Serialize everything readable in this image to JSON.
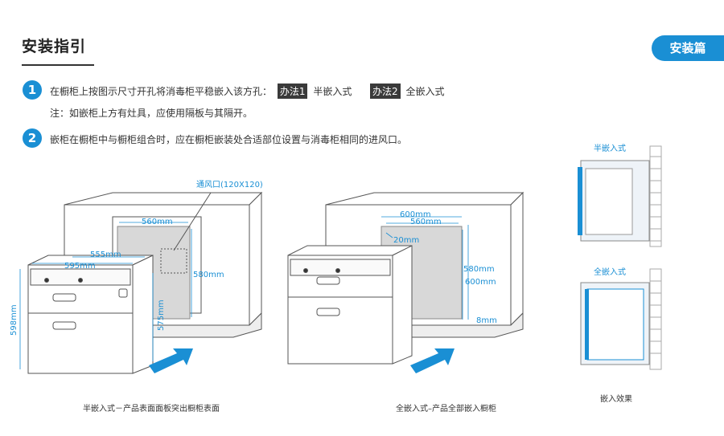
{
  "header": {
    "title": "安装指引",
    "section_tag": "安装篇"
  },
  "step1": {
    "number": "1",
    "text": "在橱柜上按图示尺寸开孔将消毒柜平稳嵌入该方孔：",
    "method1_tag": "办法1",
    "method1_label": "半嵌入式",
    "method2_tag": "办法2",
    "method2_label": "全嵌入式",
    "note": "注：如嵌柜上方有灶具，应使用隔板与其隔开。"
  },
  "step2": {
    "number": "2",
    "text": "嵌柜在橱柜中与橱柜组合时，应在橱柜嵌装处合适部位设置与消毒柜相同的进风口。"
  },
  "diagram_left": {
    "vent_label": "通风口(120X120)",
    "dims": {
      "w_opening": "560mm",
      "h_opening": "580mm",
      "w_inner": "555mm",
      "w_outer": "595mm",
      "h_outer": "598mm",
      "h_inner": "575mm"
    },
    "caption": "半嵌入式－产品表面面板突出橱柜表面"
  },
  "diagram_right": {
    "dims": {
      "w_outer": "600mm",
      "w_inner": "560mm",
      "gap": "20mm",
      "h_inner": "580mm",
      "h_outer": "600mm",
      "bottom": "8mm"
    },
    "caption": "全嵌入式–产品全部嵌入橱柜"
  },
  "effects": {
    "half_label": "半嵌入式",
    "full_label": "全嵌入式",
    "caption": "嵌入效果"
  },
  "colors": {
    "accent": "#1a8fd4",
    "cabinet_line": "#555555",
    "cavity": "#d8d8d8"
  }
}
